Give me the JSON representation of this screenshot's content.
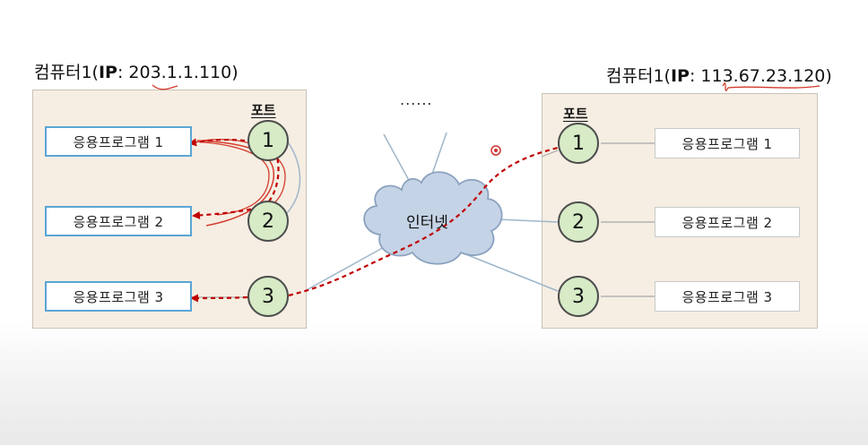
{
  "left_computer": {
    "title_prefix": "컴퓨터1(",
    "title_ip_label": "IP",
    "title_suffix": ": 203.1.1.110)",
    "port_header": "포트",
    "apps": [
      "응용프로그램 1",
      "응용프로그램 2",
      "응용프로그램 3"
    ],
    "ports": [
      "1",
      "2",
      "3"
    ]
  },
  "right_computer": {
    "title_prefix": "컴퓨터1(",
    "title_ip_label": "IP",
    "title_suffix": ": 113.67.23.120)",
    "port_header": "포트",
    "apps": [
      "응용프로그램 1",
      "응용프로그램 2",
      "응용프로그램 3"
    ],
    "ports": [
      "1",
      "2",
      "3"
    ]
  },
  "network": {
    "label": "인터넷",
    "ellipsis": "......"
  },
  "colors": {
    "box_fill": "#f6eee3",
    "port_fill": "#d6ebc6",
    "left_app_border": "#5aa6d6",
    "arrow_red": "#c00000"
  },
  "icons": [
    "cursor-dot-icon"
  ]
}
